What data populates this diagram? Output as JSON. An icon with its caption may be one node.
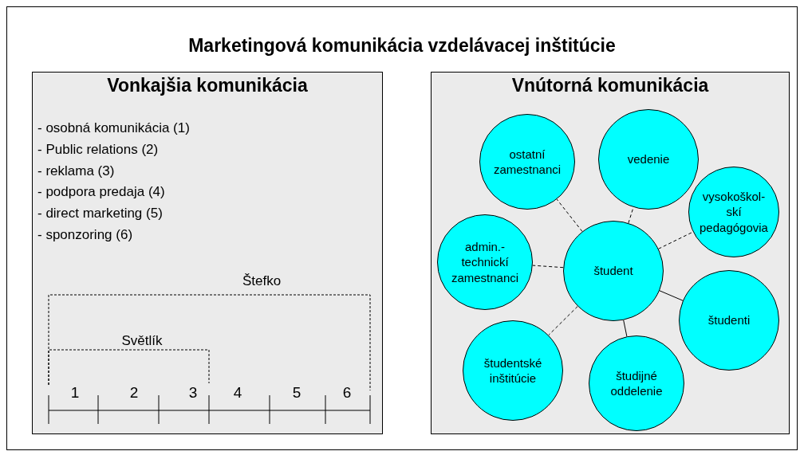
{
  "diagram": {
    "title": "Marketingová komunikácia vzdelávacej inštitúcie",
    "nodes": [
      {
        "text": [
          "Vonkajšia komunikácia",
          "- osobná komunikácia (1)",
          "- Public relations (2)",
          "- reklama (3)",
          "- podpora predaja (4)",
          "- direct marketing (5)",
          "- sponzoring (6)"
        ]
      },
      {
        "text": [
          "Vnútorná komunikácia"
        ]
      },
      {
        "text": [
          "ostatní zamestnanci"
        ],
        "in": 1
      },
      {
        "text": [
          "vedenie"
        ],
        "in": 1
      },
      {
        "text": [
          "vysokoškol- skí pedagógovia"
        ],
        "in": 1
      },
      {
        "text": [
          "admin.- technickí zamestnanci"
        ],
        "in": 1
      },
      {
        "text": [
          "študent"
        ],
        "in": 1
      },
      {
        "text": [
          "študenti"
        ],
        "in": 1
      },
      {
        "text": [
          "študentské inštitúcie"
        ],
        "in": 1
      },
      {
        "text": [
          "študijné oddelenie"
        ],
        "in": 1
      }
    ],
    "edges": [
      {
        "from": 6,
        "to": 2,
        "arrow": "none",
        "style": "dashed"
      },
      {
        "from": 6,
        "to": 3,
        "arrow": "none",
        "style": "dashed"
      },
      {
        "from": 6,
        "to": 4,
        "arrow": "none",
        "style": "dashed"
      },
      {
        "from": 6,
        "to": 5,
        "arrow": "none",
        "style": "dashed"
      },
      {
        "from": 6,
        "to": 7,
        "arrow": "none"
      },
      {
        "from": 6,
        "to": 8,
        "arrow": "none",
        "style": "dashed"
      },
      {
        "from": 6,
        "to": 9,
        "arrow": "none"
      }
    ],
    "labels": [
      "Štefko",
      "Světlík",
      "1",
      "2",
      "3",
      "4",
      "5",
      "6"
    ]
  }
}
